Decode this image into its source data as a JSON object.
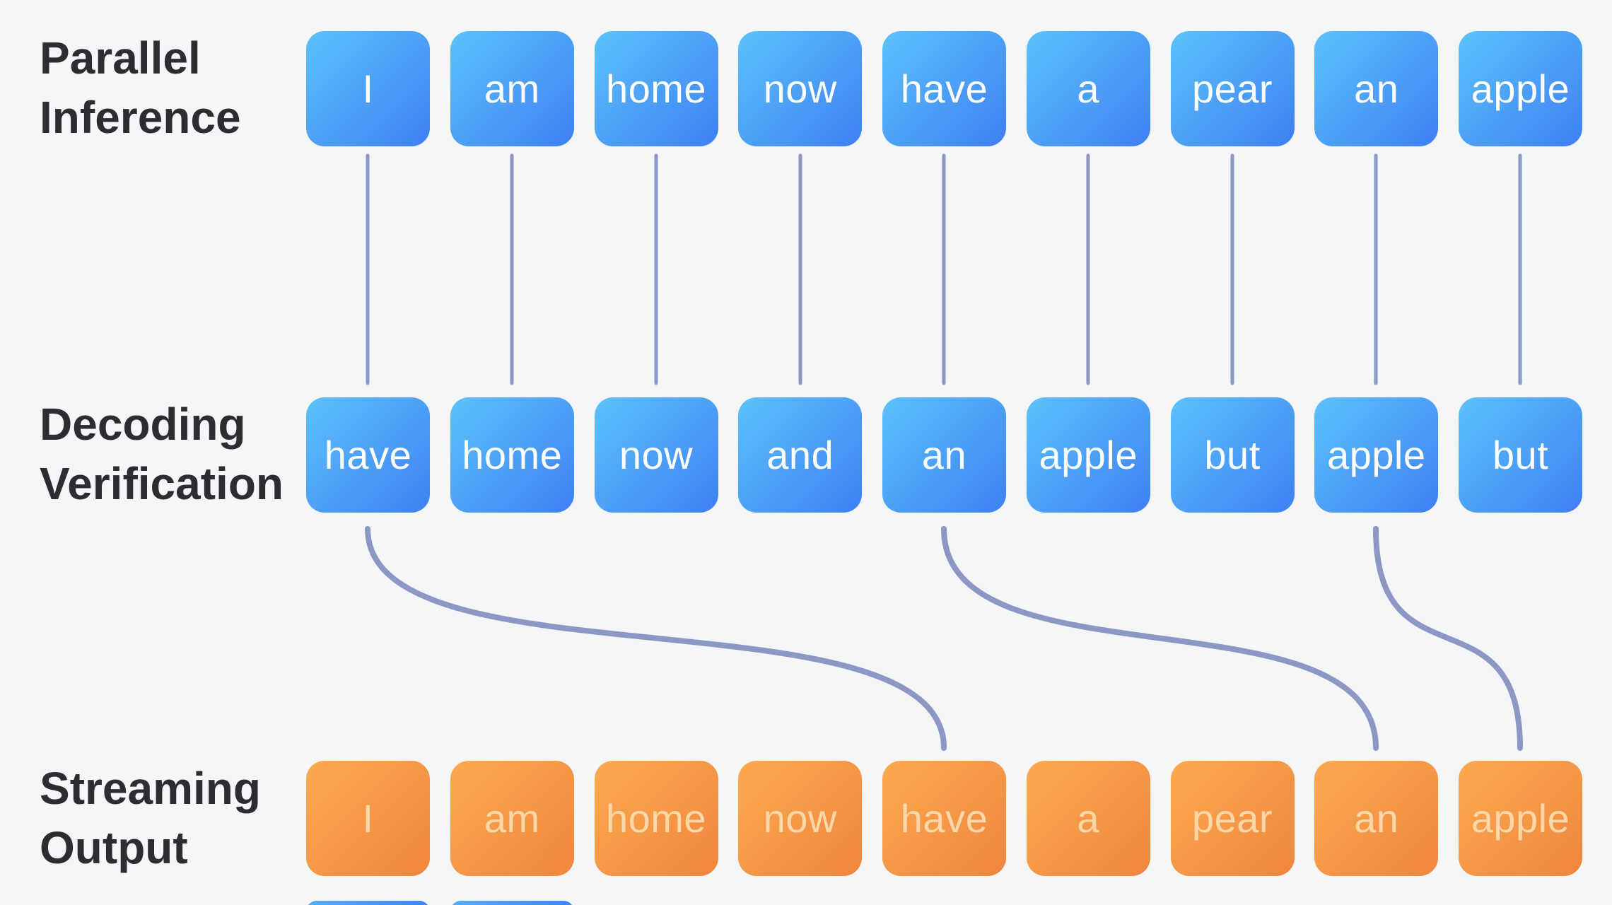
{
  "diagram": {
    "background_color": "#f4f6f8",
    "connector_color": "#8b97c4",
    "colors": {
      "blue_box_gradient_start": "#5bc2fb",
      "blue_box_gradient_end": "#3e80f3",
      "orange_box_gradient_start": "#fbaa4e",
      "orange_box_gradient_end": "#f0863f",
      "blue_box_text": "#ffffff",
      "orange_box_text": "#fbd7a9",
      "label_text": "#2c2d30"
    },
    "rows": [
      {
        "label_line1": "Parallel",
        "label_line2": "Inference",
        "style": "blue",
        "tokens": [
          "I",
          "am",
          "home",
          "now",
          "have",
          "a",
          "pear",
          "an",
          "apple"
        ]
      },
      {
        "label_line1": "Decoding",
        "label_line2": "Verification",
        "style": "blue",
        "tokens": [
          "have",
          "home",
          "now",
          "and",
          "an",
          "apple",
          "but",
          "apple",
          "but"
        ]
      },
      {
        "label_line1": "Streaming",
        "label_line2": "Output",
        "style": "orange",
        "tokens": [
          "I",
          "am",
          "home",
          "now",
          "have",
          "a",
          "pear",
          "an",
          "apple"
        ]
      }
    ],
    "connections": {
      "vertical_lines": "one line per column linking each Parallel Inference token to the Decoding Verification token below it",
      "curves": [
        {
          "from_token": "have",
          "from_index": 0,
          "to_token": "have",
          "to_index": 4
        },
        {
          "from_token": "an",
          "from_index": 4,
          "to_token": "an",
          "to_index": 7
        },
        {
          "from_token": "apple",
          "from_index": 7,
          "to_token": "apple",
          "to_index": 8
        }
      ]
    }
  }
}
